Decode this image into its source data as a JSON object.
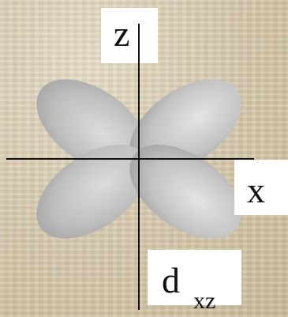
{
  "diagram": {
    "z_axis_label": "z",
    "x_axis_label": "x",
    "orbital_symbol": "d",
    "orbital_subscript": "xz"
  },
  "colors": {
    "lobe_light": "#e2e2e2",
    "lobe_dark": "#9a9a9a",
    "axis": "#111111",
    "label_background": "#ffffff"
  }
}
